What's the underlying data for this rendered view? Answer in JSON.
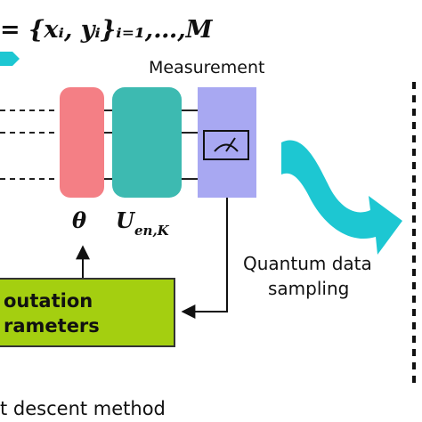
{
  "dataset_formula": "= {xᵢ, yᵢ}ᵢ₌₁,…,M",
  "measurement_label": "Measurement",
  "theta_label": "θ",
  "unitary_label": "U",
  "unitary_subscript": "en,K",
  "sampling_label_line1": "Quantum data",
  "sampling_label_line2": "sampling",
  "box_line1": "outation",
  "box_line2": "rameters",
  "bottom_label": "t descent method",
  "colors": {
    "theta_gate": "#f47f85",
    "unitary_gate": "#3dbab1",
    "measurement_gate": "#a8a8f2",
    "arrow_cyan": "#1dc7d2",
    "params_box": "#a4cf10"
  },
  "icons": {
    "meter": "measurement-meter-icon"
  }
}
